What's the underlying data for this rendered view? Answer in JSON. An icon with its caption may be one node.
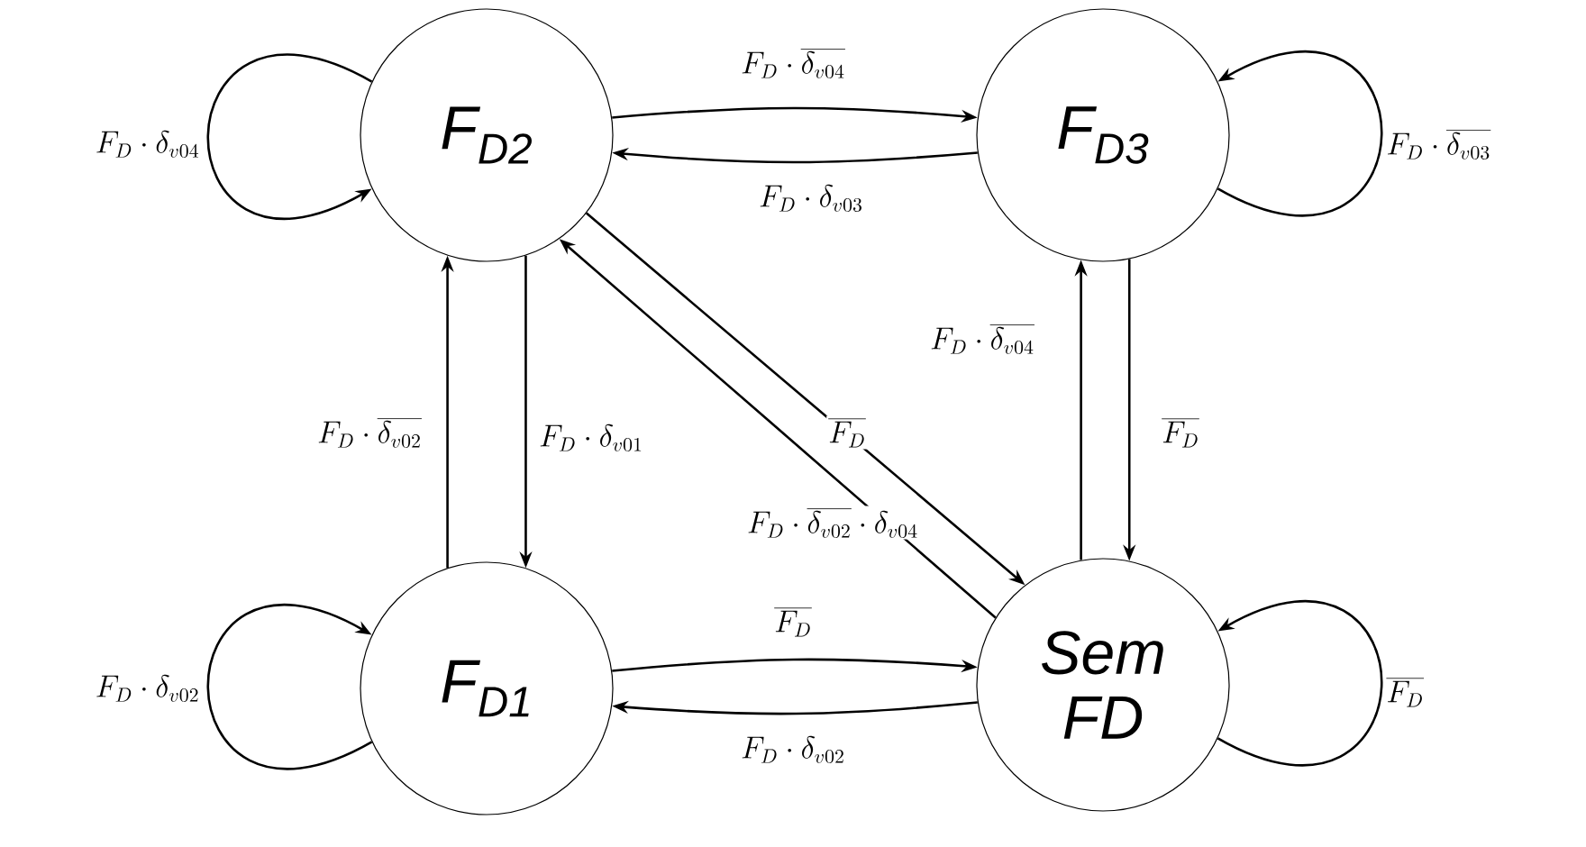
{
  "diagram": {
    "nodes": [
      {
        "text": [
          "F$_{D2}$"
        ]
      },
      {
        "text": [
          "F$_{D3}$"
        ]
      },
      {
        "text": [
          "F$_{D1}$"
        ]
      },
      {
        "text": [
          "Sem FD"
        ]
      }
    ],
    "edges": [
      {
        "from": 0,
        "to": 0,
        "arrow": "to",
        "label": "F_D \\cdot \\delta_{v04}"
      },
      {
        "from": 0,
        "to": 1,
        "arrow": "to",
        "label": "F_D \\cdot \\overline{\\delta_{v04}}"
      },
      {
        "from": 1,
        "to": 0,
        "arrow": "to",
        "label": "F_D \\cdot \\delta_{v03}"
      },
      {
        "from": 1,
        "to": 1,
        "arrow": "to",
        "label": "F_D \\cdot \\overline{\\delta_{v03}}"
      },
      {
        "from": 2,
        "to": 0,
        "arrow": "to",
        "label": "F_D \\cdot \\overline{\\delta_{v02}}"
      },
      {
        "from": 0,
        "to": 2,
        "arrow": "to",
        "label": "F_D \\cdot \\delta_{v01}"
      },
      {
        "from": 0,
        "to": 3,
        "arrow": "to",
        "label": "\\overline{F_D}"
      },
      {
        "from": 3,
        "to": 0,
        "arrow": "to",
        "label": "F_D \\cdot \\overline{\\delta_{v02}} \\cdot \\delta_{v04}"
      },
      {
        "from": 3,
        "to": 1,
        "arrow": "to",
        "label": "F_D \\cdot \\overline{\\delta_{v04}}"
      },
      {
        "from": 1,
        "to": 3,
        "arrow": "to",
        "label": "\\overline{F_D}"
      },
      {
        "from": 2,
        "to": 2,
        "arrow": "to",
        "label": "F_D \\cdot \\delta_{v02}"
      },
      {
        "from": 2,
        "to": 3,
        "arrow": "to",
        "label": "\\overline{F_D}"
      },
      {
        "from": 3,
        "to": 2,
        "arrow": "to",
        "label": "F_D \\cdot \\delta_{v02}"
      },
      {
        "from": 3,
        "to": 3,
        "arrow": "to",
        "label": "\\overline{F_D}"
      }
    ]
  }
}
